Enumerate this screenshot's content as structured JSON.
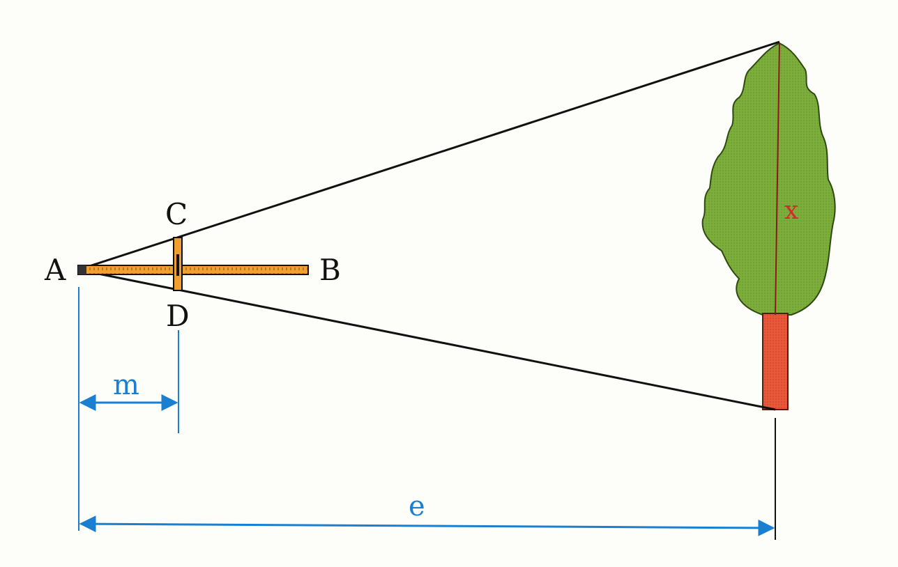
{
  "labels": {
    "point_a": "A",
    "point_b": "B",
    "point_c": "C",
    "point_d": "D",
    "distance_m": "m",
    "distance_e": "e",
    "height_x": "x"
  },
  "colors": {
    "background": "#fdfdf9",
    "sight_lines": "#111111",
    "dimension_blue": "#1a7fd0",
    "height_red": "#d42a2a",
    "ruler_orange": "#f0a030",
    "foliage_green": "#7dae3c",
    "trunk_red": "#e8583a"
  },
  "icons": {
    "ruler": "cross-staff-ruler",
    "tree": "tree-icon",
    "arrow": "double-headed-arrow"
  }
}
